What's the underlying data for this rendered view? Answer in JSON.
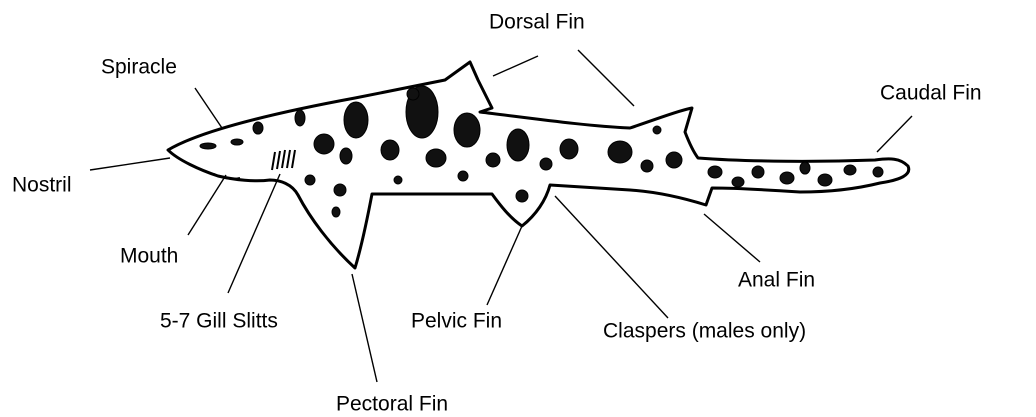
{
  "labels": {
    "dorsal_fin": "Dorsal Fin",
    "spiracle": "Spiracle",
    "caudal_fin": "Caudal Fin",
    "nostril": "Nostril",
    "mouth": "Mouth",
    "gill_slits": "5-7 Gill Slitts",
    "pelvic_fin": "Pelvic Fin",
    "claspers": "Claspers (males only)",
    "anal_fin": "Anal Fin",
    "pectoral_fin": "Pectoral Fin"
  },
  "colors": {
    "outline": "#000000",
    "text": "#000000",
    "background": "#ffffff"
  }
}
